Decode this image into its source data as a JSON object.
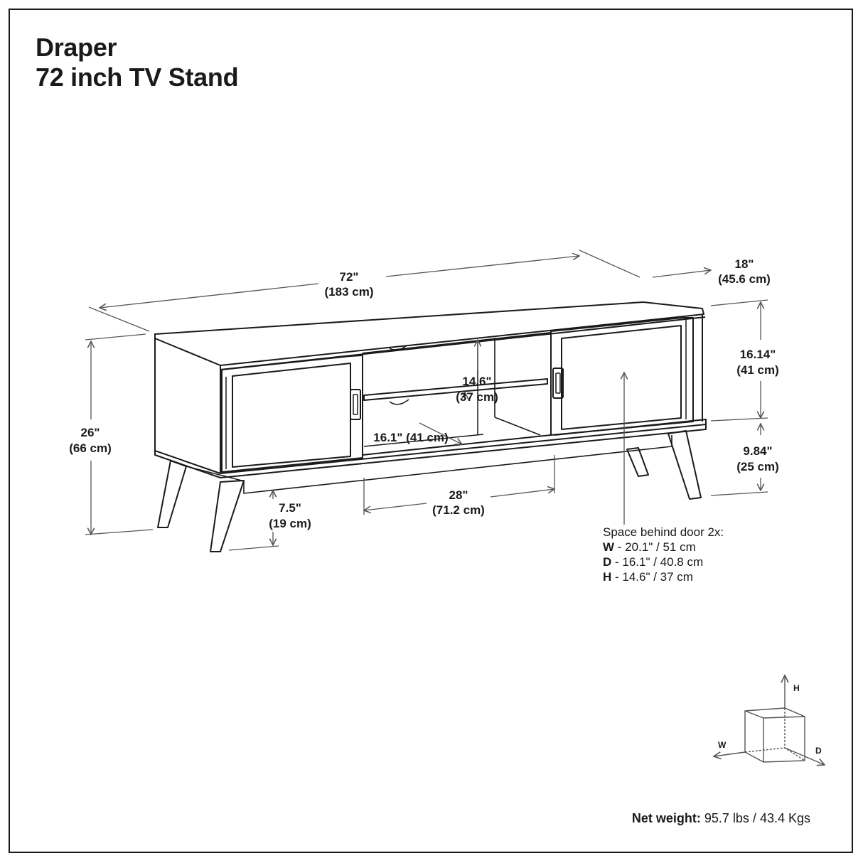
{
  "title": {
    "line1": "Draper",
    "line2": "72 inch TV Stand"
  },
  "dimensions": {
    "width_in": "72\"",
    "width_cm": "(183 cm)",
    "depth_in": "18\"",
    "depth_cm": "(45.6 cm)",
    "height_in": "26\"",
    "height_cm": "(66 cm)",
    "cabinet_height_in": "16.14\"",
    "cabinet_height_cm": "(41 cm)",
    "base_height_in": "9.84\"",
    "base_height_cm": "(25 cm)",
    "shelf_height_in": "14.6\"",
    "shelf_height_cm": "(37 cm)",
    "shelf_depth": "16.1\" (41 cm)",
    "opening_width_in": "28\"",
    "opening_width_cm": "(71.2 cm)",
    "leg_clearance_in": "7.5\"",
    "leg_clearance_cm": "(19 cm)"
  },
  "door_space": {
    "heading": "Space behind door 2x:",
    "w_label": "W",
    "w_value": " - 20.1\" / 51 cm",
    "d_label": "D",
    "d_value": " - 16.1\" / 40.8 cm",
    "h_label": "H",
    "h_value": " - 14.6\" / 37 cm"
  },
  "axis_legend": {
    "h": "H",
    "w": "W",
    "d": "D"
  },
  "net_weight": {
    "label": "Net weight:",
    "value": " 95.7 lbs / 43.4 Kgs"
  },
  "colors": {
    "line": "#1a1a1a",
    "dim_line": "#555555",
    "background": "#ffffff"
  }
}
